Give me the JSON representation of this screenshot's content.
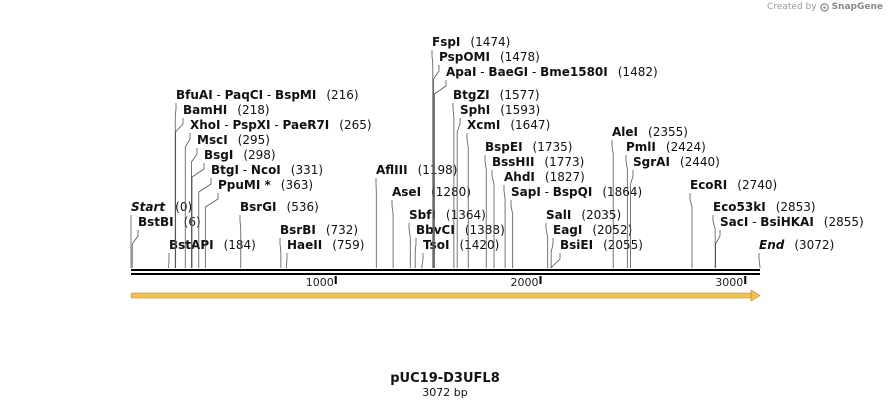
{
  "credit": {
    "prefix": "Created by",
    "brand": "SnapGene"
  },
  "map": {
    "name": "pUC19-D3UFL8",
    "length_label": "3072 bp",
    "length": 3072,
    "feature_color": "#f0c257",
    "scale_ticks": [
      {
        "label": "1000",
        "value": 1000
      },
      {
        "label": "2000",
        "value": 2000
      },
      {
        "label": "3000",
        "value": 3000
      }
    ],
    "sites": [
      {
        "names": [
          "Start"
        ],
        "pos": "(0)",
        "bp": 0,
        "italic": true
      },
      {
        "names": [
          "BstBI"
        ],
        "pos": "(6)",
        "bp": 6
      },
      {
        "names": [
          "BstAPI"
        ],
        "pos": "(184)",
        "bp": 184
      },
      {
        "names": [
          "PpuMI *"
        ],
        "pos": "(363)",
        "bp": 363
      },
      {
        "names": [
          "BtgI",
          "NcoI"
        ],
        "pos": "(331)",
        "bp": 331
      },
      {
        "names": [
          "BsgI"
        ],
        "pos": "(298)",
        "bp": 298
      },
      {
        "names": [
          "MscI"
        ],
        "pos": "(295)",
        "bp": 295
      },
      {
        "names": [
          "XhoI",
          "PspXI",
          "PaeR7I"
        ],
        "pos": "(265)",
        "bp": 265
      },
      {
        "names": [
          "BamHI"
        ],
        "pos": "(218)",
        "bp": 218
      },
      {
        "names": [
          "BfuAI",
          "PaqCI",
          "BspMI"
        ],
        "pos": "(216)",
        "bp": 216
      },
      {
        "names": [
          "BsrGI"
        ],
        "pos": "(536)",
        "bp": 536
      },
      {
        "names": [
          "BsrBI"
        ],
        "pos": "(732)",
        "bp": 732
      },
      {
        "names": [
          "HaeII"
        ],
        "pos": "(759)",
        "bp": 759
      },
      {
        "names": [
          "AflIII"
        ],
        "pos": "(1198)",
        "bp": 1198
      },
      {
        "names": [
          "AseI"
        ],
        "pos": "(1280)",
        "bp": 1280
      },
      {
        "names": [
          "SbfI"
        ],
        "pos": "(1364)",
        "bp": 1364
      },
      {
        "names": [
          "BbvCI"
        ],
        "pos": "(1388)",
        "bp": 1388
      },
      {
        "names": [
          "TsoI"
        ],
        "pos": "(1420)",
        "bp": 1420
      },
      {
        "names": [
          "FspI"
        ],
        "pos": "(1474)",
        "bp": 1474
      },
      {
        "names": [
          "PspOMI"
        ],
        "pos": "(1478)",
        "bp": 1478
      },
      {
        "names": [
          "ApaI",
          "BaeGI",
          "Bme1580I"
        ],
        "pos": "(1482)",
        "bp": 1482
      },
      {
        "names": [
          "BtgZI"
        ],
        "pos": "(1577)",
        "bp": 1577
      },
      {
        "names": [
          "SphI"
        ],
        "pos": "(1593)",
        "bp": 1593
      },
      {
        "names": [
          "XcmI"
        ],
        "pos": "(1647)",
        "bp": 1647
      },
      {
        "names": [
          "BspEI"
        ],
        "pos": "(1735)",
        "bp": 1735
      },
      {
        "names": [
          "BssHII"
        ],
        "pos": "(1773)",
        "bp": 1773
      },
      {
        "names": [
          "AhdI"
        ],
        "pos": "(1827)",
        "bp": 1827
      },
      {
        "names": [
          "SapI",
          "BspQI"
        ],
        "pos": "(1864)",
        "bp": 1864
      },
      {
        "names": [
          "SalI"
        ],
        "pos": "(2035)",
        "bp": 2035
      },
      {
        "names": [
          "EagI"
        ],
        "pos": "(2052)",
        "bp": 2052
      },
      {
        "names": [
          "BsiEI"
        ],
        "pos": "(2055)",
        "bp": 2055
      },
      {
        "names": [
          "AleI"
        ],
        "pos": "(2355)",
        "bp": 2355
      },
      {
        "names": [
          "PmlI"
        ],
        "pos": "(2424)",
        "bp": 2424
      },
      {
        "names": [
          "SgrAI"
        ],
        "pos": "(2440)",
        "bp": 2440
      },
      {
        "names": [
          "EcoRI"
        ],
        "pos": "(2740)",
        "bp": 2740
      },
      {
        "names": [
          "Eco53kI"
        ],
        "pos": "(2853)",
        "bp": 2853
      },
      {
        "names": [
          "SacI",
          "BsiHKAI"
        ],
        "pos": "(2855)",
        "bp": 2855
      },
      {
        "names": [
          "End"
        ],
        "pos": "(3072)",
        "bp": 3072,
        "italic": true
      }
    ]
  }
}
